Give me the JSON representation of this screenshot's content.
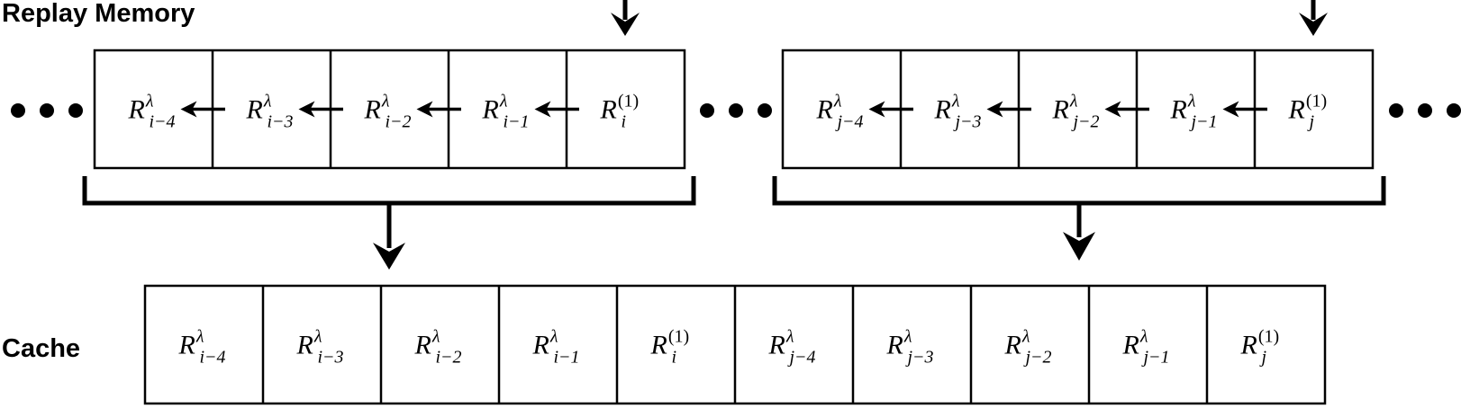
{
  "labels": {
    "replay_memory": "Replay Memory",
    "cache": "Cache"
  },
  "ellipsis": "• • •",
  "replay_memory": {
    "groups": [
      {
        "cells": [
          {
            "base": "R",
            "sup": "λ",
            "sub": "i−4"
          },
          {
            "base": "R",
            "sup": "λ",
            "sub": "i−3"
          },
          {
            "base": "R",
            "sup": "λ",
            "sub": "i−2"
          },
          {
            "base": "R",
            "sup": "λ",
            "sub": "i−1"
          },
          {
            "base": "R",
            "sup": "(1)",
            "sub": "i"
          }
        ]
      },
      {
        "cells": [
          {
            "base": "R",
            "sup": "λ",
            "sub": "j−4"
          },
          {
            "base": "R",
            "sup": "λ",
            "sub": "j−3"
          },
          {
            "base": "R",
            "sup": "λ",
            "sub": "j−2"
          },
          {
            "base": "R",
            "sup": "λ",
            "sub": "j−1"
          },
          {
            "base": "R",
            "sup": "(1)",
            "sub": "j"
          }
        ]
      }
    ]
  },
  "cache": {
    "cells": [
      {
        "base": "R",
        "sup": "λ",
        "sub": "i−4"
      },
      {
        "base": "R",
        "sup": "λ",
        "sub": "i−3"
      },
      {
        "base": "R",
        "sup": "λ",
        "sub": "i−2"
      },
      {
        "base": "R",
        "sup": "λ",
        "sub": "i−1"
      },
      {
        "base": "R",
        "sup": "(1)",
        "sub": "i"
      },
      {
        "base": "R",
        "sup": "λ",
        "sub": "j−4"
      },
      {
        "base": "R",
        "sup": "λ",
        "sub": "j−3"
      },
      {
        "base": "R",
        "sup": "λ",
        "sub": "j−2"
      },
      {
        "base": "R",
        "sup": "λ",
        "sub": "j−1"
      },
      {
        "base": "R",
        "sup": "(1)",
        "sub": "j"
      }
    ]
  }
}
